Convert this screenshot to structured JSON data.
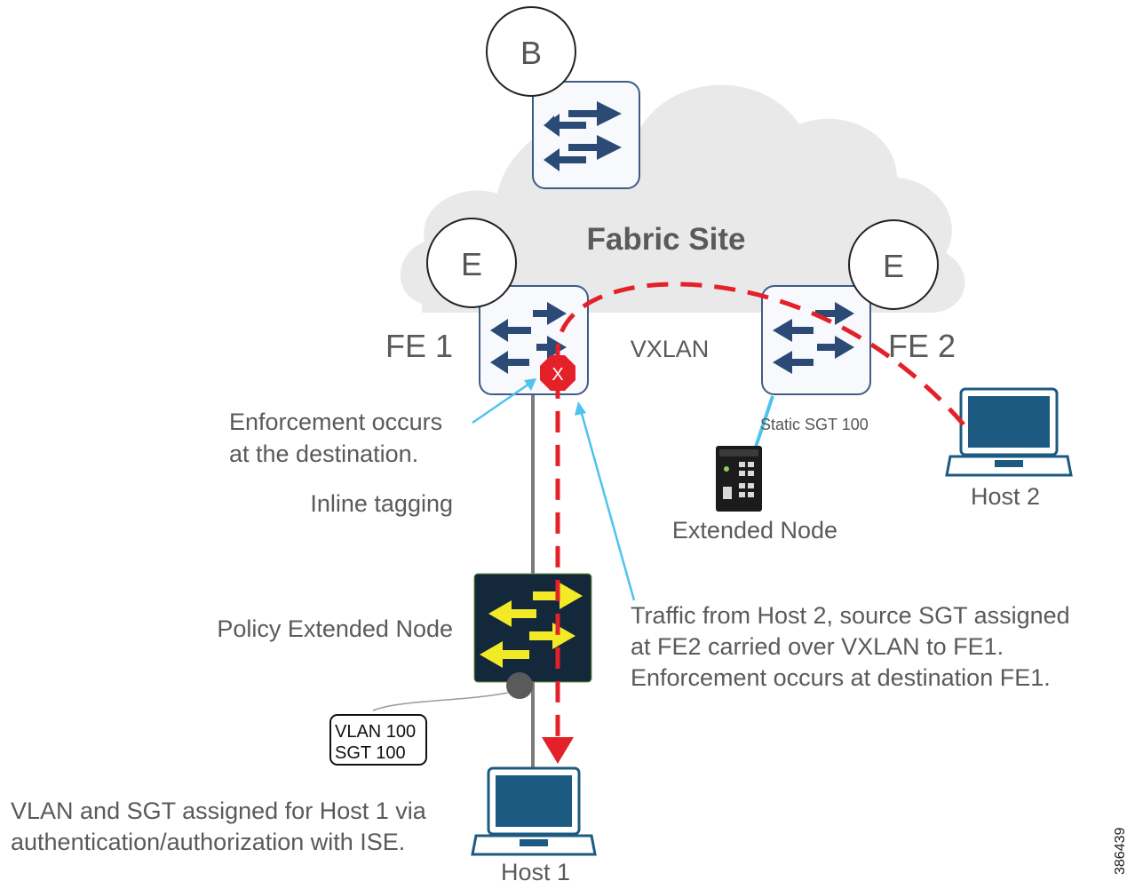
{
  "cloud": {
    "title": "Fabric Site",
    "fill": "#e9e9ea"
  },
  "nodes": {
    "border": {
      "badge": "B"
    },
    "fe1": {
      "badge": "E",
      "label": "FE 1"
    },
    "fe2": {
      "badge": "E",
      "label": "FE 2"
    },
    "policy_extended_node": {
      "label": "Policy Extended Node"
    },
    "extended_node": {
      "label": "Extended Node",
      "static_sgt": "Static SGT 100"
    },
    "host1": {
      "label": "Host 1"
    },
    "host2": {
      "label": "Host 2"
    }
  },
  "labels": {
    "vxlan": "VXLAN",
    "inline_tagging": "Inline tagging",
    "enforcement_note_line1": "Enforcement occurs",
    "enforcement_note_line2": "at the destination.",
    "traffic_note_line1": "Traffic from Host 2, source SGT assigned",
    "traffic_note_line2": "at FE2 carried over VXLAN to FE1.",
    "traffic_note_line3": "Enforcement occurs at destination FE1.",
    "host1_note_line1": "VLAN and SGT assigned for Host 1 via",
    "host1_note_line2": "authentication/authorization with ISE.",
    "vlan_tag_line1": "VLAN 100",
    "vlan_tag_line2": "SGT 100",
    "enforcement_marker": "X",
    "figure_id": "386439"
  },
  "colors": {
    "switch_border": "#3f5b86",
    "switch_fill": "#f7f9fc",
    "arrow_navy": "#2c4a76",
    "policy_fill": "#13283a",
    "policy_arrow": "#f2ea27",
    "traffic_red": "#e42128",
    "callout_blue": "#4ec3ec",
    "link_gray": "#7b7b7b",
    "laptop_blue": "#1d5a82",
    "text_gray": "#555555"
  }
}
